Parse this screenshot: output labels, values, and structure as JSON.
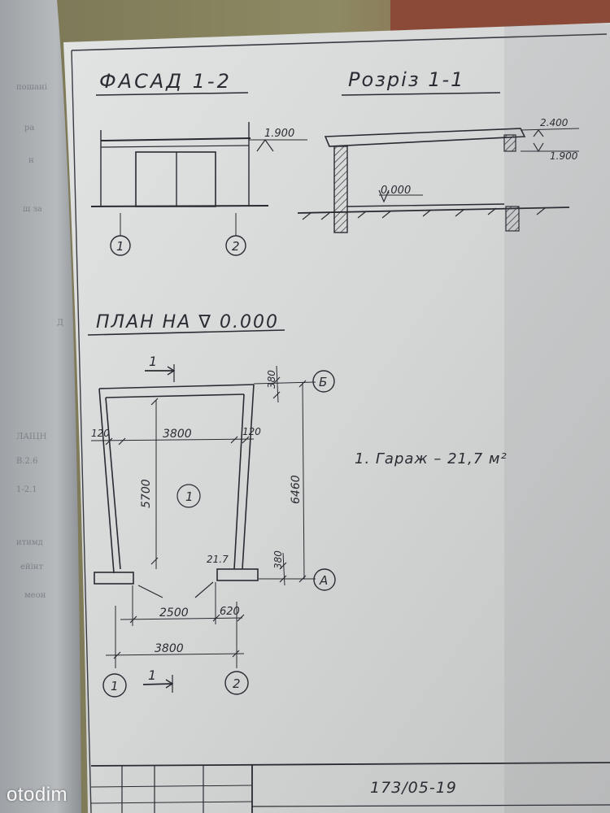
{
  "drawing": {
    "facade_title": "ФАСАД 1-2",
    "section_title": "Розріз 1-1",
    "plan_title": "ПЛАН НА ∇ 0.000",
    "facade_level": "1.900",
    "section_level_top": "2.400",
    "section_level_low": "1.900",
    "section_ground_level": "0.000",
    "axis_1": "1",
    "axis_2": "2",
    "axis_A": "А",
    "axis_B": "Б",
    "section_marker": "1",
    "dim_inner_width": "3800",
    "dim_wall_left": "120",
    "dim_wall_right": "120",
    "dim_inner_length": "5700",
    "dim_total_length": "6460",
    "dim_top_offset": "380",
    "dim_bottom_offset": "380",
    "dim_door_width": "2500",
    "dim_side_pier": "620",
    "dim_axis_width": "3800",
    "room_number": "1",
    "room_area_label": "21.7",
    "legend": "1. Гараж   –   21,7 м²",
    "stamp_code": "173/05-19"
  },
  "watermark": "otodim"
}
